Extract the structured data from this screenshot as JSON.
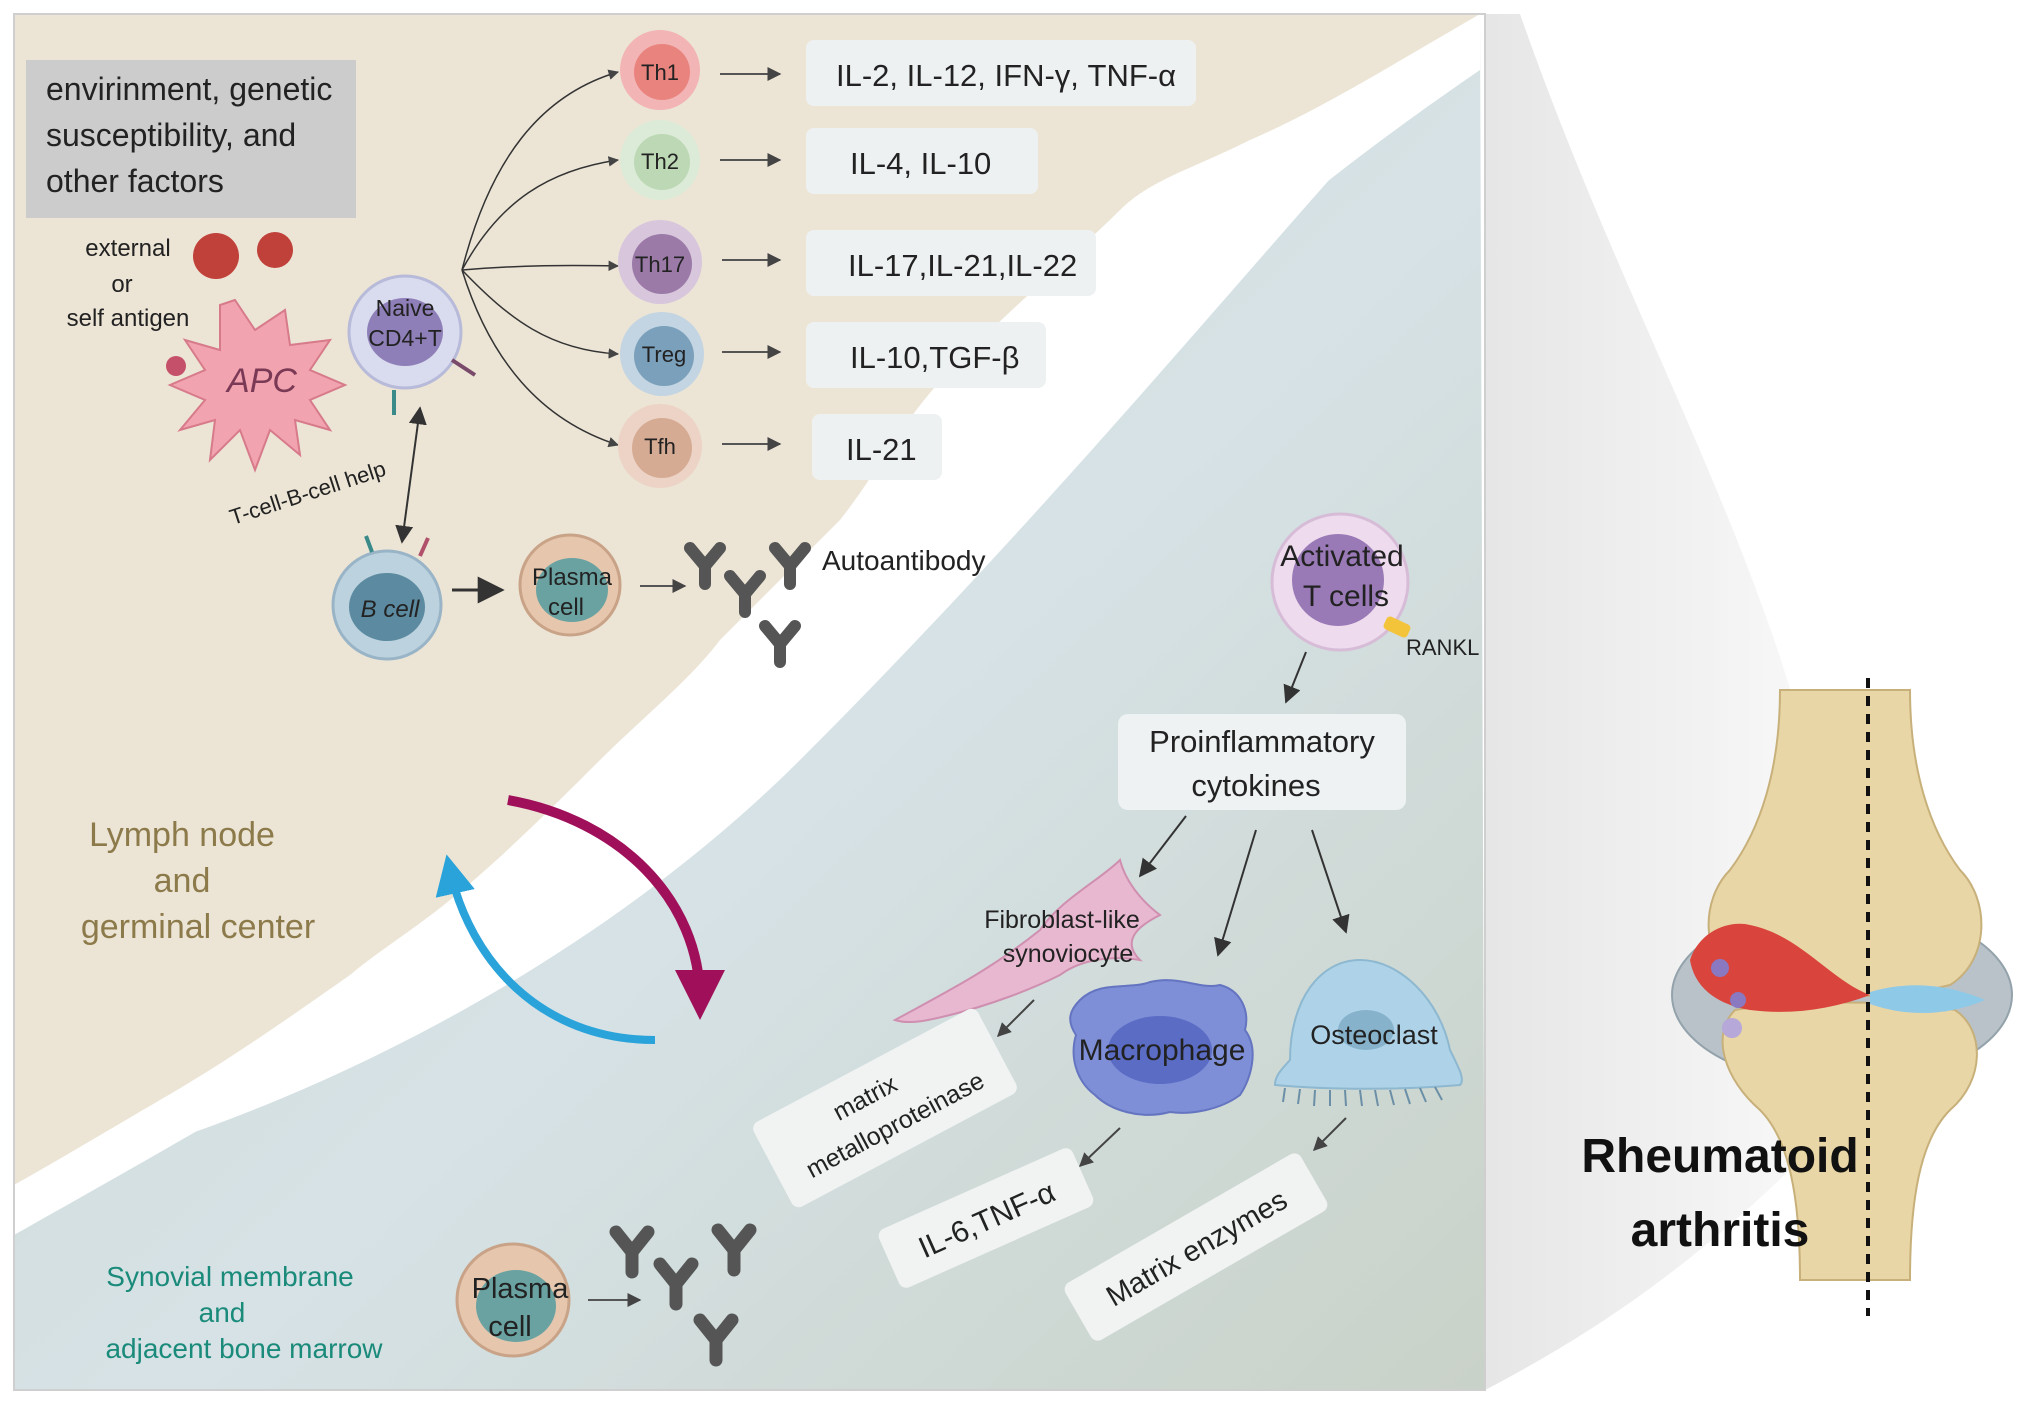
{
  "factors_box": {
    "line1": "envirinment, genetic",
    "line2": "susceptibility, and",
    "line3": "other factors"
  },
  "antigen": {
    "line1": "external",
    "line2": "or",
    "line3": "self antigen"
  },
  "apc_label": "APC",
  "naive": {
    "line1": "Naive",
    "line2": "CD4+T"
  },
  "help_label": "T-cell-B-cell help",
  "bcell_label": "B cell",
  "plasma_top": {
    "line1": "Plasma",
    "line2": "cell"
  },
  "autoantibody_label": "Autoantibody",
  "subsets": [
    {
      "name": "Th1",
      "cytokines": "IL-2, IL-12, IFN-γ, TNF-α"
    },
    {
      "name": "Th2",
      "cytokines": "IL-4, IL-10"
    },
    {
      "name": "Th17",
      "cytokines": "IL-17,IL-21,IL-22"
    },
    {
      "name": "Treg",
      "cytokines": "IL-10,TGF-β"
    },
    {
      "name": "Tfh",
      "cytokines": "IL-21"
    }
  ],
  "lymph": {
    "line1": "Lymph node",
    "line2": "and",
    "line3": "germinal center"
  },
  "activated": {
    "line1": "Activated",
    "line2": "T cells"
  },
  "rankl_label": "RANKL",
  "proinflam": {
    "line1": "Proinflammatory",
    "line2": "cytokines"
  },
  "fls": {
    "line1": "Fibroblast-like",
    "line2": "synoviocyte"
  },
  "macrophage_label": "Macrophage",
  "osteoclast_label": "Osteoclast",
  "mmp": {
    "line1": "matrix",
    "line2": "metalloproteinase"
  },
  "il6_label": "IL-6,TNF-α",
  "matrix_enzymes_label": "Matrix enzymes",
  "synovial": {
    "line1": "Synovial membrane",
    "line2": "and",
    "line3": "adjacent bone marrow"
  },
  "plasma_bottom": {
    "line1": "Plasma",
    "line2": "cell"
  },
  "ra": {
    "line1": "Rheumatoid",
    "line2": "arthritis"
  },
  "colors": {
    "lymph_bg": "#ece5d6",
    "synovial_bg": "#d9e3e6",
    "magenta_arrow": "#a0105a",
    "blue_arrow": "#2aa3db",
    "bone": "#e9d6a6"
  }
}
